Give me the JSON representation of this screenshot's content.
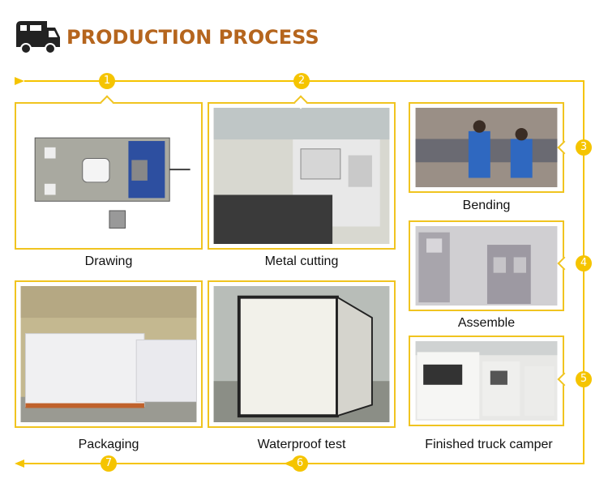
{
  "header": {
    "title": "PRODUCTION PROCESS",
    "icon": "camper-truck-icon"
  },
  "steps": [
    {
      "number": "1",
      "label": "Drawing"
    },
    {
      "number": "2",
      "label": "Metal cutting"
    },
    {
      "number": "3",
      "label": "Bending"
    },
    {
      "number": "4",
      "label": "Assemble"
    },
    {
      "number": "5",
      "label": "Finished truck camper"
    },
    {
      "number": "6",
      "label": "Waterproof test"
    },
    {
      "number": "7",
      "label": "Packaging"
    }
  ],
  "colors": {
    "accent": "#f5c400",
    "title": "#b5651d",
    "border": "#f0c420"
  }
}
